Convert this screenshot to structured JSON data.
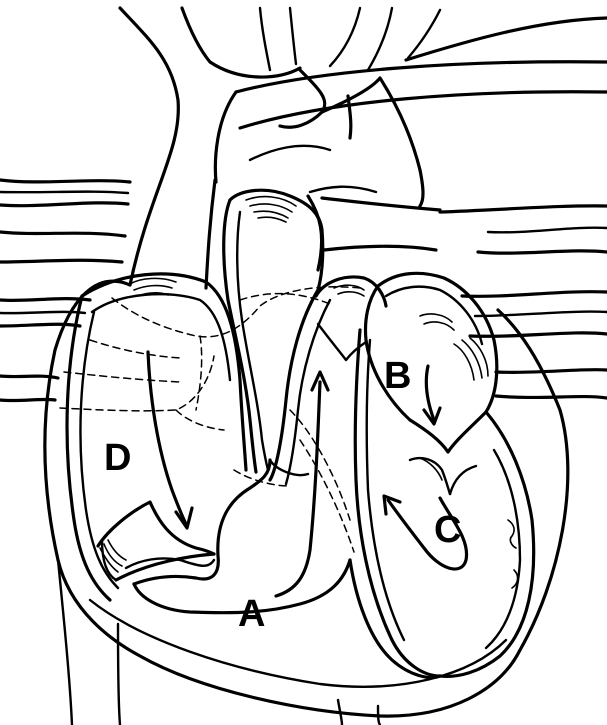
{
  "diagram": {
    "labels": {
      "a": "A",
      "b": "B",
      "c": "C",
      "d": "D"
    },
    "colors": {
      "ink": "#000000",
      "paper": "#ffffff"
    }
  }
}
